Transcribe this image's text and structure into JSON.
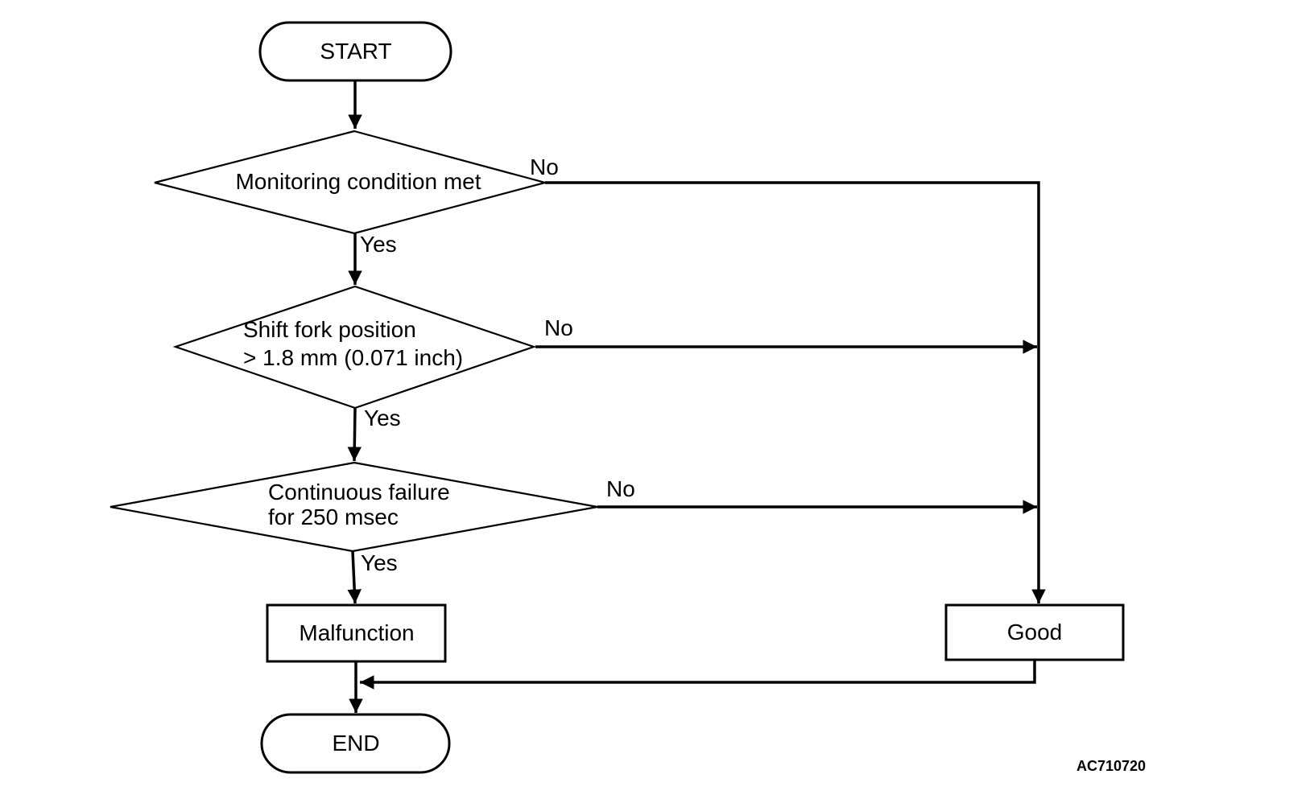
{
  "figure": {
    "code": "AC710720",
    "background_color": "#ffffff",
    "line_color": "#000000",
    "text_color": "#000000"
  },
  "flowchart": {
    "nodes": {
      "start": {
        "type": "terminator",
        "label": "START"
      },
      "decision_monitoring": {
        "type": "decision",
        "label": "Monitoring condition met"
      },
      "decision_shift_fork": {
        "type": "decision",
        "label_line1": "Shift fork position",
        "label_line2": "> 1.8 mm (0.071 inch)"
      },
      "decision_continuous_failure": {
        "type": "decision",
        "label_line1": "Continuous failure",
        "label_line2": "for 250 msec"
      },
      "malfunction": {
        "type": "process",
        "label": "Malfunction"
      },
      "good": {
        "type": "process",
        "label": "Good"
      },
      "end": {
        "type": "terminator",
        "label": "END"
      }
    },
    "edge_labels": {
      "monitoring_no": "No",
      "monitoring_yes": "Yes",
      "shift_fork_no": "No",
      "shift_fork_yes": "Yes",
      "continuous_failure_no": "No",
      "continuous_failure_yes": "Yes"
    }
  }
}
